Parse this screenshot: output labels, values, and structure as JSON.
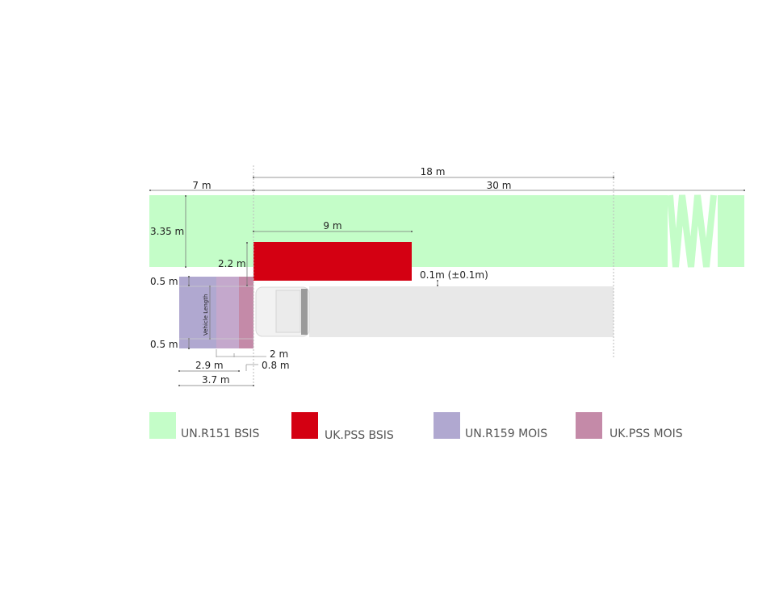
{
  "colors": {
    "un_r151_bsis": "#c4fdc8",
    "uk_pss_bsis": "#d40012",
    "un_r159_mois": "#b0a8d0",
    "uk_pss_mois": "#c48aa8",
    "overlap": "#c4a8cc",
    "truck": "#e8e8e8"
  },
  "dimensions": {
    "top_18": "18 m",
    "left_7": "7 m",
    "length_30": "30 m",
    "height_335": "3.35 m",
    "red_length_9": "9 m",
    "red_offset_22": "2.2 m",
    "gap_01": "0.1m (±0.1m)",
    "front_05": "0.5 m",
    "rear_05": "0.5 m",
    "vehicle_length": "Vehicle Length",
    "mois_2": "2 m",
    "mois_29": "2.9 m",
    "mois_08": "0.8 m",
    "mois_37": "3.7 m"
  },
  "legend": [
    {
      "label": "UN.R151 BSIS"
    },
    {
      "label": "UK.PSS BSIS"
    },
    {
      "label": "UN.R159 MOIS"
    },
    {
      "label": "UK.PSS MOIS"
    }
  ]
}
